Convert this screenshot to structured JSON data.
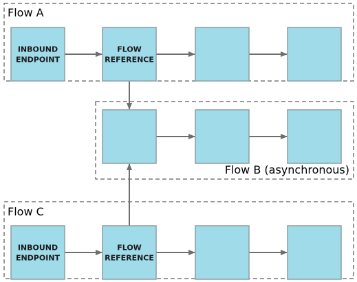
{
  "colors": {
    "node_fill": "#a0dbea",
    "node_stroke": "#8c9ea6",
    "arrow": "#6e6e6e",
    "border": "#333333"
  },
  "groups": [
    {
      "id": "flow-a",
      "label": "Flow A"
    },
    {
      "id": "flow-b",
      "label": "Flow B (asynchronous)"
    },
    {
      "id": "flow-c",
      "label": "Flow C"
    }
  ],
  "nodes": [
    {
      "id": "a1",
      "lines": [
        "INBOUND",
        "ENDPOINT"
      ]
    },
    {
      "id": "a2",
      "lines": [
        "FLOW",
        "REFERENCE"
      ]
    },
    {
      "id": "a3",
      "lines": []
    },
    {
      "id": "a4",
      "lines": []
    },
    {
      "id": "b1",
      "lines": []
    },
    {
      "id": "b2",
      "lines": []
    },
    {
      "id": "b3",
      "lines": []
    },
    {
      "id": "c1",
      "lines": [
        "INBOUND",
        "ENDPOINT"
      ]
    },
    {
      "id": "c2",
      "lines": [
        "FLOW",
        "REFERENCE"
      ]
    },
    {
      "id": "c3",
      "lines": []
    },
    {
      "id": "c4",
      "lines": []
    }
  ],
  "edges": [
    {
      "from": "a1",
      "to": "a2"
    },
    {
      "from": "a2",
      "to": "a3"
    },
    {
      "from": "a3",
      "to": "a4"
    },
    {
      "from": "b1",
      "to": "b2"
    },
    {
      "from": "b2",
      "to": "b3"
    },
    {
      "from": "c1",
      "to": "c2"
    },
    {
      "from": "c2",
      "to": "c3"
    },
    {
      "from": "c3",
      "to": "c4"
    },
    {
      "from": "a2",
      "to": "b1"
    },
    {
      "from": "c2",
      "to": "b1"
    }
  ]
}
